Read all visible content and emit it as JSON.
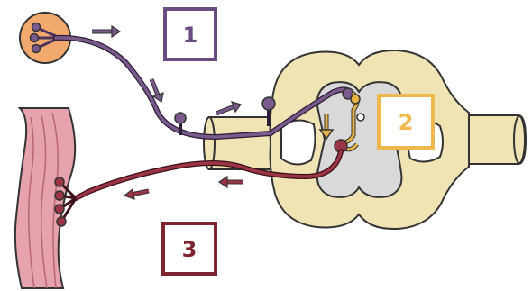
{
  "labels": {
    "one": "1",
    "two": "2",
    "three": "3"
  },
  "colors": {
    "sensory": "#7a5a8c",
    "sensory_dark": "#4a3360",
    "relay": "#e8b545",
    "motor": "#9b3545",
    "motor_dark": "#6e2030",
    "cord": "#f0e3b4",
    "grey_matter": "#d9d9d9",
    "receptor": "#f2a96d",
    "muscle": "#e6a2ad",
    "box_one": "#6a4d80",
    "box_two": "#efb84f",
    "box_three": "#7e2431"
  },
  "icons": [
    "receptor-icon",
    "spinal-cord-icon",
    "muscle-icon",
    "arrow-icon"
  ]
}
